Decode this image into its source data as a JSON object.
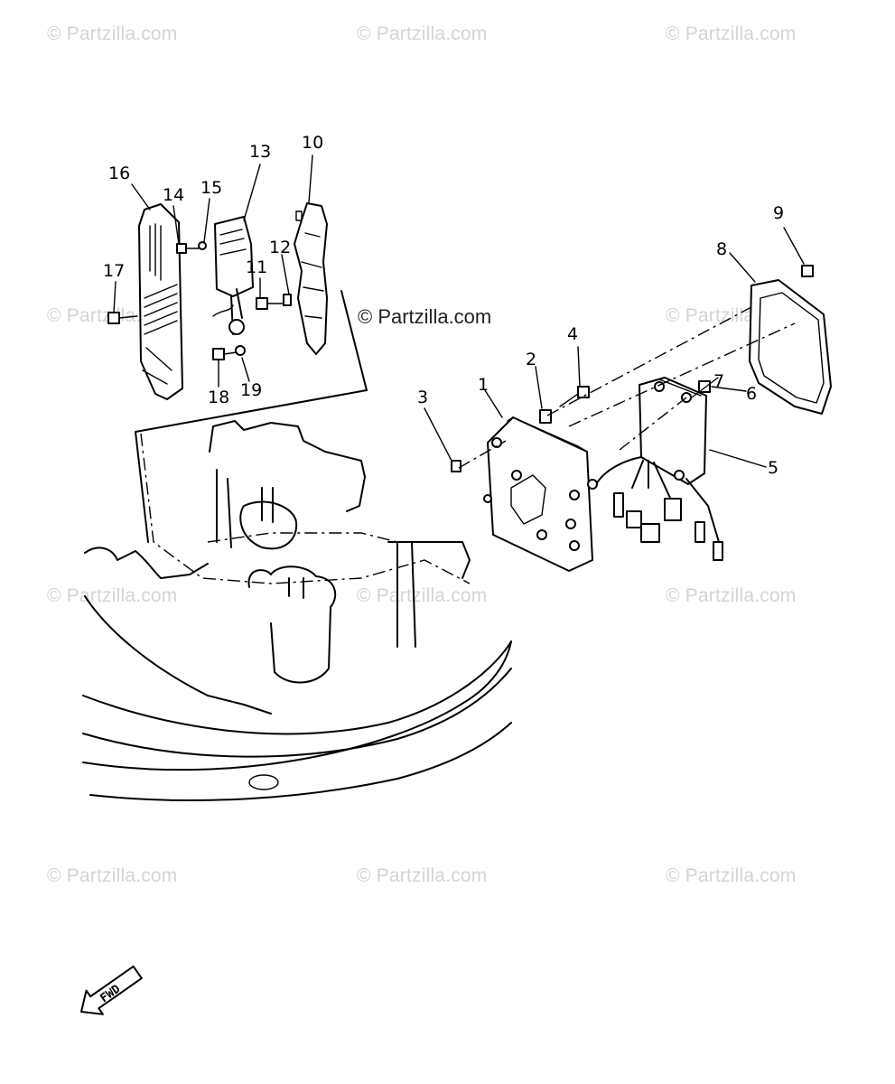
{
  "watermarks": [
    "© Partzilla.com",
    "© Partzilla.com",
    "© Partzilla.com",
    "© Partzilla.com",
    "© Partzilla.com",
    "© Partzilla.com",
    "© Partzilla.com",
    "© Partzilla.com",
    "© Partzilla.com",
    "© Partzilla.com",
    "© Partzilla.com"
  ],
  "center_watermark": "© Partzilla.com",
  "fwd_label": "FWD",
  "callouts": {
    "c1": "1",
    "c2": "2",
    "c3": "3",
    "c4": "4",
    "c5": "5",
    "c6": "6",
    "c7": "7",
    "c8": "8",
    "c9": "9",
    "c10": "10",
    "c11": "11",
    "c12": "12",
    "c13": "13",
    "c14": "14",
    "c15": "15",
    "c16": "16",
    "c17": "17",
    "c18": "18",
    "c19": "19"
  }
}
